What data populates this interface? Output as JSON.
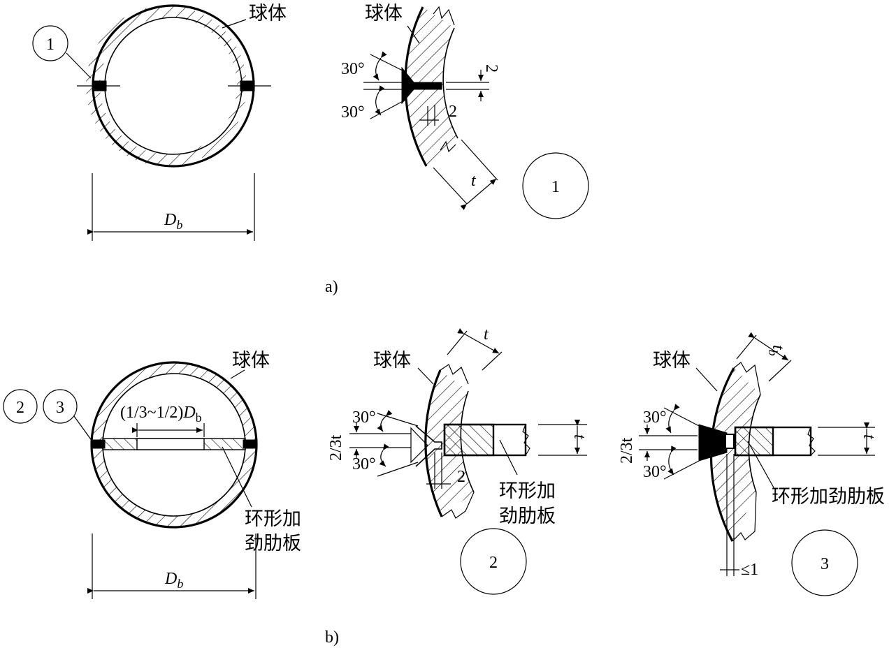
{
  "labels": {
    "sphere": "球体",
    "stiffener_ring_line1": "环形加",
    "stiffener_ring_line2": "劲肋板",
    "stiffener_ring": "环形加劲肋板",
    "Db_main": "D",
    "Db_sub": "b",
    "ratio_prefix": "(1/3~1/2)",
    "angle_30": "30°",
    "gap_2": "2",
    "thickness_t": "t",
    "two_thirds_t": "2/3t",
    "tb_main": "t",
    "tb_sub": "b",
    "le_1": "≤1",
    "part_a": "a)",
    "part_b": "b)",
    "callout_1": "1",
    "callout_2": "2",
    "callout_3": "3"
  }
}
